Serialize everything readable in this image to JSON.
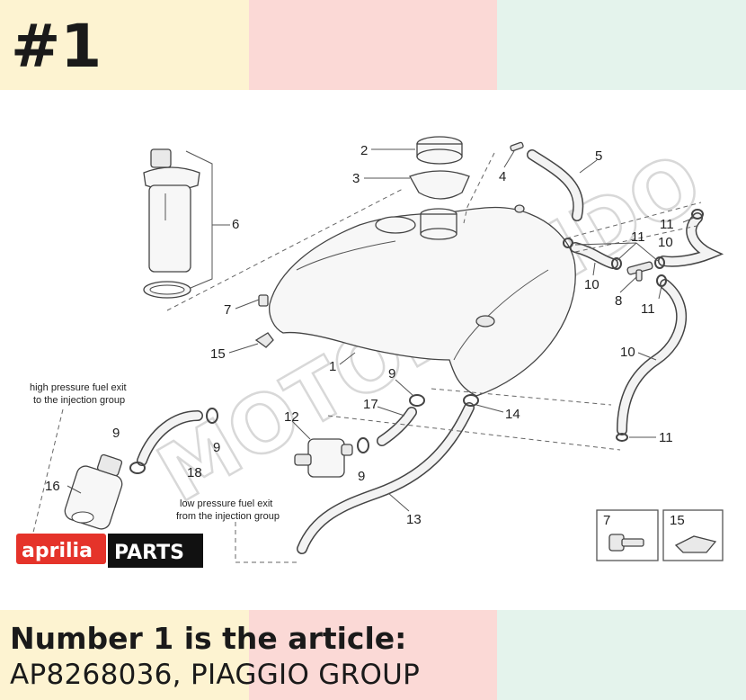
{
  "header": {
    "badge": "#1"
  },
  "diagram": {
    "callouts": [
      "1",
      "2",
      "3",
      "4",
      "5",
      "6",
      "7",
      "7",
      "8",
      "9",
      "9",
      "9",
      "9",
      "10",
      "10",
      "10",
      "11",
      "11",
      "11",
      "11",
      "12",
      "13",
      "14",
      "15",
      "15",
      "16",
      "17",
      "18"
    ],
    "notes": {
      "high_pressure_line1": "high pressure fuel exit",
      "high_pressure_line2": "to the injection group",
      "low_pressure_line1": "low pressure fuel exit",
      "low_pressure_line2": "from the injection group"
    },
    "inset_labels": [
      "7",
      "15"
    ],
    "watermark": "MOTOMUNDO",
    "brand": {
      "left": "aprilia",
      "right": "PARTS"
    },
    "colors": {
      "brand_red": "#e5332a",
      "brand_black": "#111111"
    }
  },
  "caption": {
    "title": "Number 1 is the article:",
    "article": "AP8268036, PIAGGIO GROUP"
  },
  "bands": {
    "colors": [
      "#fdf3d1",
      "#fbd9d6",
      "#e4f3ec"
    ]
  }
}
